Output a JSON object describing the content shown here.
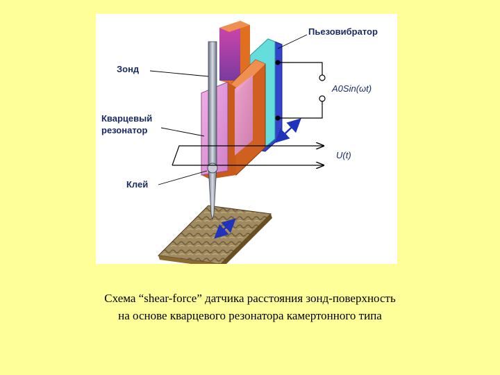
{
  "labels": {
    "piezo": "Пьезовибратор",
    "probe": "Зонд",
    "quartz_line1": "Кварцевый",
    "quartz_line2": "резонатор",
    "glue": "Клей",
    "drive_signal": "A0Sin(ωt)",
    "output_signal": "U(t)"
  },
  "caption": {
    "line1": "Схема “shear-force” датчика расстояния зонд-поверхность",
    "line2": "на основе кварцевого резонатора камертонного типа"
  },
  "colors": {
    "page_background": "#ffff99",
    "figure_background": "#ffffff",
    "piezo_top": "#e07020",
    "quartz_side": "#d06020",
    "resonator_plate": "#e8a0e0",
    "electrode_cyan": "#66dddd",
    "electrode_blue": "#3344cc",
    "probe": "#9aa0b0",
    "label_text": "#1a2a66",
    "arrow": "#2233bb",
    "surface": "#a08a60"
  }
}
